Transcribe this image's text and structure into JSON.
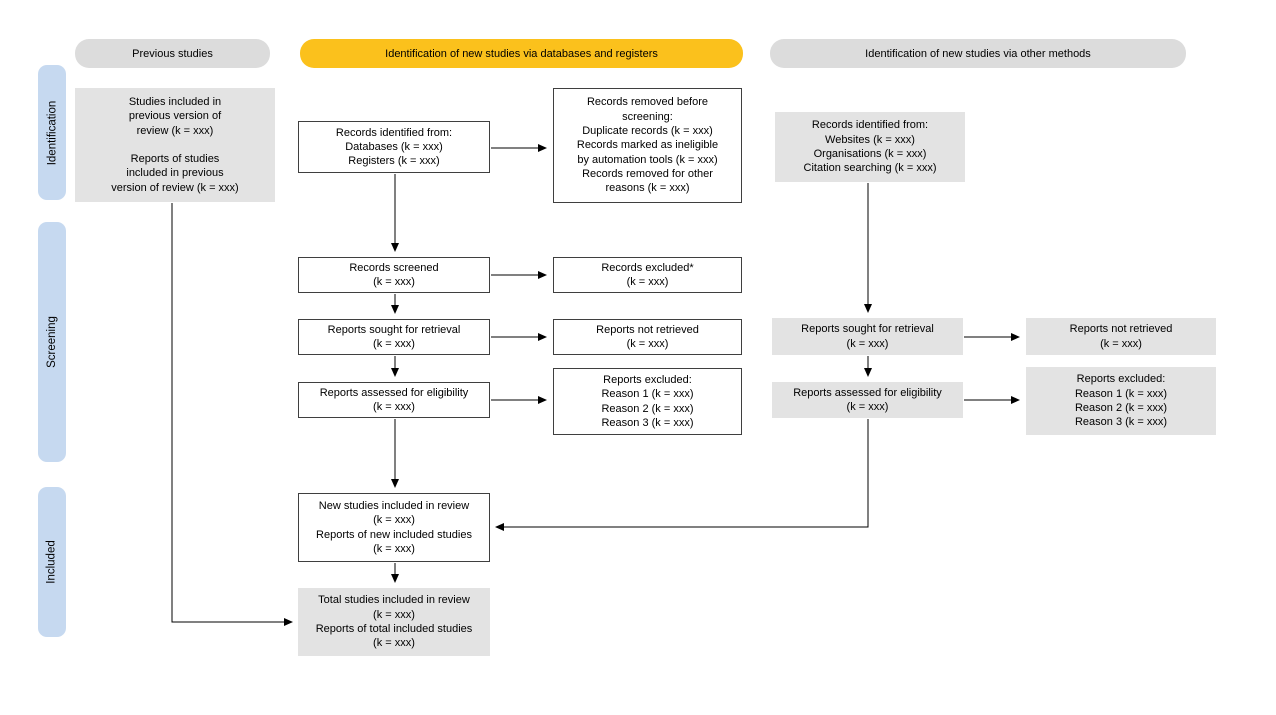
{
  "colors": {
    "accent_yellow": "#fbc11c",
    "stage_blue": "#c6d9f0",
    "box_gray": "#e3e3e3",
    "pill_gray": "#dcdcdc",
    "box_border": "#3f3f3f",
    "arrow": "#000000"
  },
  "headers": {
    "previous": "Previous studies",
    "databases": "Identification of new studies via databases and registers",
    "other": "Identification of new studies via other methods"
  },
  "stages": {
    "identification": "Identification",
    "screening": "Screening",
    "included": "Included"
  },
  "boxes": {
    "prev_included": {
      "lines": [
        "Studies included in",
        "previous version of",
        "review (k = xxx)",
        "",
        "Reports of studies",
        "included in previous",
        "version of review (k = xxx)"
      ]
    },
    "db_identified": {
      "lines": [
        "Records identified from:",
        "Databases (k = xxx)",
        "Registers (k = xxx)"
      ]
    },
    "removed_before": {
      "lines": [
        "Records removed before",
        "screening:",
        "Duplicate records (k = xxx)",
        "Records marked as ineligible",
        "by automation tools (k = xxx)",
        "Records removed for other",
        "reasons (k = xxx)"
      ]
    },
    "records_screened": {
      "lines": [
        "Records screened",
        "(k = xxx)"
      ]
    },
    "records_excluded": {
      "lines": [
        "Records excluded*",
        "(k = xxx)"
      ]
    },
    "reports_sought": {
      "lines": [
        "Reports sought for retrieval",
        "(k = xxx)"
      ]
    },
    "reports_not_retrieved": {
      "lines": [
        "Reports not retrieved",
        "(k = xxx)"
      ]
    },
    "reports_assessed": {
      "lines": [
        "Reports assessed for eligibility",
        "(k = xxx)"
      ]
    },
    "reports_excluded": {
      "lines": [
        "Reports excluded:",
        "Reason 1 (k = xxx)",
        "Reason 2 (k = xxx)",
        "Reason 3 (k = xxx)"
      ]
    },
    "new_studies": {
      "lines": [
        "New studies included in review",
        "(k = xxx)",
        "Reports of new included studies",
        "(k = xxx)"
      ]
    },
    "total_studies": {
      "lines": [
        "Total studies included in review",
        "(k = xxx)",
        "Reports of total included studies",
        "(k = xxx)"
      ]
    },
    "other_identified": {
      "lines": [
        "Records identified from:",
        "Websites (k = xxx)",
        "Organisations (k = xxx)",
        "Citation searching (k = xxx)"
      ]
    },
    "other_reports_sought": {
      "lines": [
        "Reports sought for retrieval",
        "(k = xxx)"
      ]
    },
    "other_reports_not_retrieved": {
      "lines": [
        "Reports not retrieved",
        "(k = xxx)"
      ]
    },
    "other_reports_assessed": {
      "lines": [
        "Reports assessed for eligibility",
        "(k = xxx)"
      ]
    },
    "other_reports_excluded": {
      "lines": [
        "Reports excluded:",
        "Reason 1 (k = xxx)",
        "Reason 2 (k = xxx)",
        "Reason 3 (k = xxx)"
      ]
    }
  }
}
